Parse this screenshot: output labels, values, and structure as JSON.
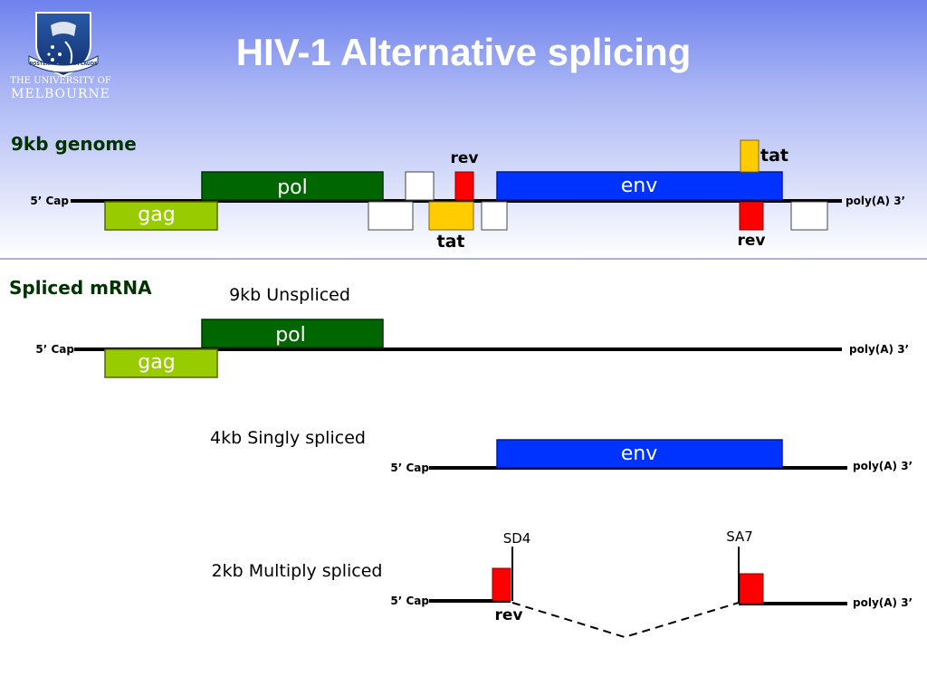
{
  "slide": {
    "title": "HIV-1 Alternative splicing"
  },
  "logo": {
    "line1": "THE UNIVERSITY OF",
    "line2": "MELBOURNE",
    "motto": "POSTERA CRESCAM LAUDE"
  },
  "colors": {
    "gag": "#99cc00",
    "pol": "#006600",
    "env": "#0033ff",
    "rev": "#ff0000",
    "tat": "#ffcc00",
    "heading": "#003300",
    "band_top": "#7b8ef0",
    "logo_blue": "#1a3a7a"
  },
  "genome": {
    "heading": "9kb genome",
    "cap_label": "5’ Cap",
    "polya_label": "poly(A) 3’",
    "labels": {
      "gag": "gag",
      "pol": "pol",
      "env": "env",
      "rev_top": "rev",
      "tat_top": "tat",
      "tat_bottom": "tat",
      "rev_bottom": "rev"
    }
  },
  "spliced": {
    "heading": "Spliced mRNA",
    "unspliced": {
      "label": "9kb Unspliced",
      "cap_label": "5’ Cap",
      "polya_label": "poly(A) 3’",
      "gag": "gag",
      "pol": "pol"
    },
    "singly": {
      "label": "4kb Singly spliced",
      "cap_label": "5’ Cap",
      "polya_label": "poly(A) 3’",
      "env": "env"
    },
    "multiply": {
      "label": "2kb Multiply spliced",
      "cap_label": "5’ Cap",
      "polya_label": "poly(A) 3’",
      "sd": "SD4",
      "sa": "SA7",
      "rev": "rev"
    }
  }
}
